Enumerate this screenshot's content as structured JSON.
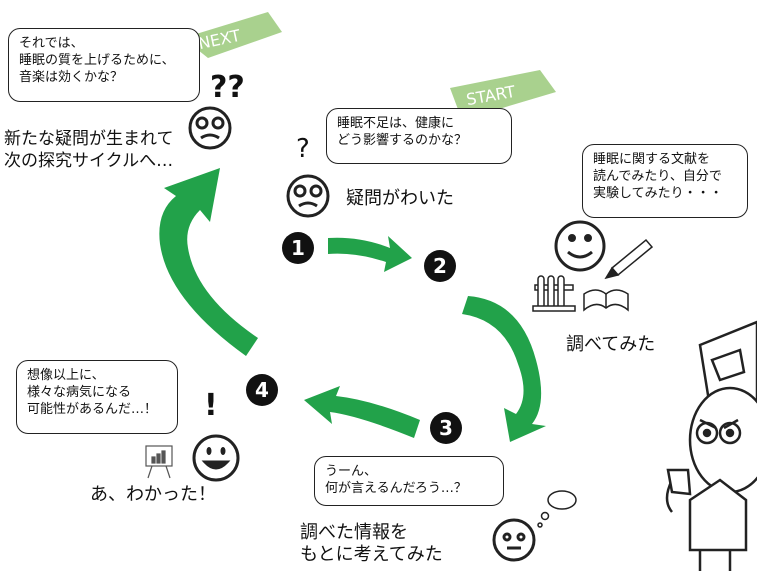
{
  "tags": {
    "start": "START",
    "next": "NEXT"
  },
  "steps": [
    "1",
    "2",
    "3",
    "4"
  ],
  "bubbles": {
    "next_question": "それでは、\n睡眠の質を上げるために、\n音楽は効くかな？",
    "start_question": "睡眠不足は、健康に\nどう影響するのかな？",
    "research": "睡眠に関する文献を\n読んでみたり、自分で\n実験してみたり・・・",
    "discovery": "想像以上に、\n様々な病気になる\n可能性があるんだ…！",
    "thinking": "うーん、\n何が言えるんだろう…？"
  },
  "captions": {
    "new_cycle": "新たな疑問が生まれて\n次の探究サイクルへ…",
    "doubt": "疑問がわいた",
    "researched": "調べてみた",
    "understood": "あ、わかった！",
    "considered": "調べた情報を\nもとに考えてみた"
  },
  "marks": {
    "double_question": "??",
    "question": "?",
    "exclaim": "!"
  },
  "colors": {
    "arrow": "#22a24a",
    "tag": "#a9d18e",
    "outline": "#222222"
  }
}
